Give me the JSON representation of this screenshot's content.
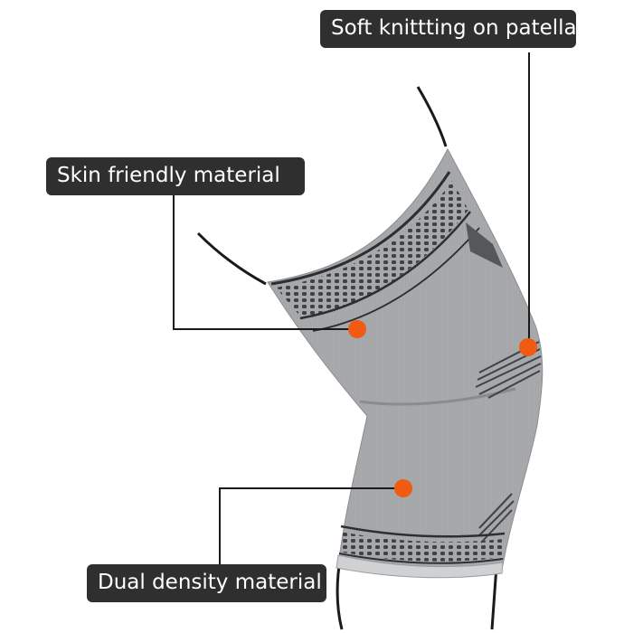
{
  "callouts": {
    "patella": "Soft knittting on patella",
    "skin": "Skin friendly material",
    "dual": "Dual density material"
  },
  "colors": {
    "label_bg": "#2f2f2f",
    "label_text": "#ffffff",
    "marker": "#f05a13",
    "fabric": "#a7a9ab",
    "fabric_dark": "#55585b",
    "leader_line": "#1a1a1a"
  }
}
